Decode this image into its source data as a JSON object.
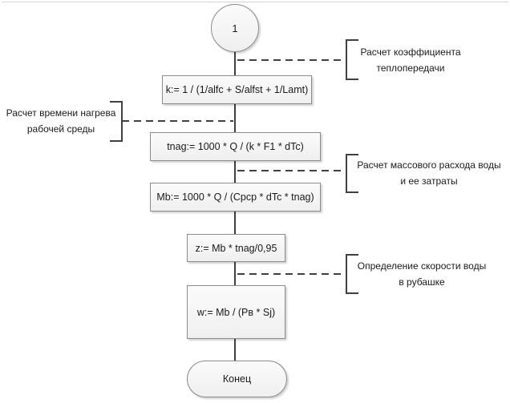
{
  "diagram": {
    "type": "flowchart",
    "connector": {
      "label": "1"
    },
    "process_steps": [
      {
        "id": "k",
        "text": "k:= 1 / (1/alfc + S/alfst + 1/Lamt)"
      },
      {
        "id": "tnag",
        "text": "tnag:= 1000 * Q / (k * F1 * dTc)"
      },
      {
        "id": "mb",
        "text": "Mb:= 1000 * Q / (Cpcp * dTc * tnag)"
      },
      {
        "id": "z",
        "text": "z:= Mb * tnag/0,95"
      },
      {
        "id": "w",
        "text": "w:= Mb / (Pв * Sj)"
      }
    ],
    "terminal": {
      "label": "Конец"
    },
    "annotations": [
      {
        "side": "right",
        "attached_to": "k",
        "lines": [
          "Расчет коэффициента",
          "теплопередачи"
        ]
      },
      {
        "side": "left",
        "attached_to": "tnag",
        "lines": [
          "Расчет времени нагрева",
          "рабочей среды"
        ]
      },
      {
        "side": "right",
        "attached_to": "mb",
        "lines": [
          "Расчет массового расхода воды",
          "и ее затраты"
        ]
      },
      {
        "side": "right",
        "attached_to": "w",
        "lines": [
          "Определение скорости воды",
          "в рубашке"
        ]
      }
    ],
    "colors": {
      "node_fill": "#f4f4f4",
      "node_border": "#8c8c8c",
      "line": "#404040",
      "text": "#1a1a1a"
    }
  }
}
